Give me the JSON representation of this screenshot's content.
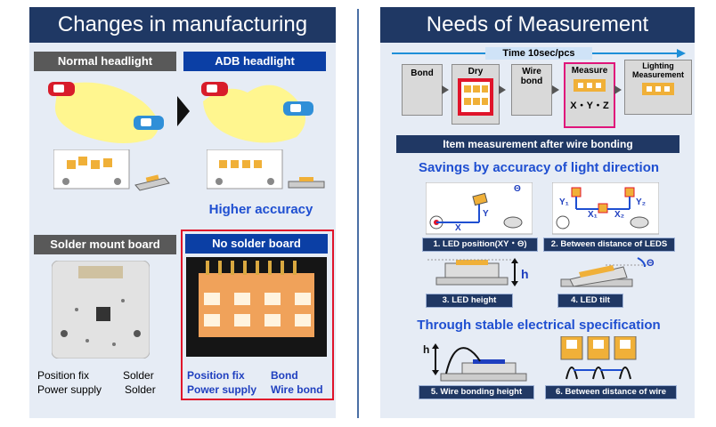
{
  "left": {
    "title": "Changes in manufacturing",
    "normal_label": "Normal headlight",
    "adb_label": "ADB headlight",
    "higher_accuracy": "Higher accuracy",
    "solder_label": "Solder mount board",
    "no_solder_label": "No solder board",
    "solder_notes": {
      "c1r1": "Position fix",
      "c2r1": "Solder",
      "c1r2": "Power supply",
      "c2r2": "Solder"
    },
    "no_solder_notes": {
      "c1r1": "Position fix",
      "c2r1": "Bond",
      "c1r2": "Power supply",
      "c2r2": "Wire bond"
    }
  },
  "right": {
    "title": "Needs of Measurement",
    "timeline": "Time 10sec/pcs",
    "steps": [
      "Bond",
      "Dry",
      "Wire bond",
      "Measure",
      "Lighting Measurement"
    ],
    "measure_sub": "X・Y・Z",
    "item_header": "Item measurement after wire bonding",
    "savings_head": "Savings by accuracy of light direction",
    "stable_head": "Through stable electrical specification",
    "captions": [
      "1. LED position(XY・Θ)",
      "2. Between distance of LEDS",
      "3. LED height",
      "4. LED tilt",
      "5. Wire bonding height",
      "6. Between distance of wire"
    ],
    "diag_labels": {
      "theta": "Θ",
      "x": "X",
      "y": "Y",
      "y1": "Y₁",
      "y2": "Y₂",
      "x1": "X₁",
      "x2": "X₂",
      "h": "h"
    }
  },
  "colors": {
    "navy": "#1f3864",
    "blue_accent": "#1f4fd1",
    "red": "#e0142a",
    "yellow": "#fff68f"
  }
}
